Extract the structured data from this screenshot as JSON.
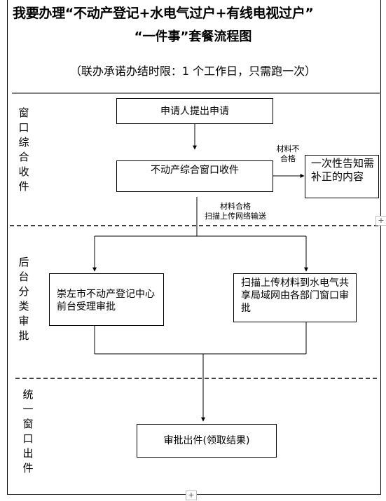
{
  "title": {
    "line1": "我要办理“不动产登记+水电气过户+有线电视过户”",
    "line2": "“一件事”套餐流程图",
    "note": "（联办承诺办结时限：1 个工作日，只需跑一次）"
  },
  "stages": [
    {
      "label": [
        "窗",
        "口",
        "综",
        "合",
        "收",
        "件"
      ]
    },
    {
      "label": [
        "后",
        "台",
        "分",
        "类",
        "审",
        "批"
      ]
    },
    {
      "label": [
        "统",
        "一",
        "窗",
        "口",
        "出",
        "件"
      ]
    }
  ],
  "steps": {
    "apply": "申请人提出申请",
    "intake": "不动产综合窗口收件",
    "notify": "一次性告知需补正的内容",
    "realty": "崇左市不动产登记中心前台受理审批",
    "utilities": "扫描上传材料到水电气共享局域网由各部门窗口审批",
    "issue": "审批出件(领取结果)"
  },
  "annotations": {
    "unqualified": [
      "材料不",
      "合格"
    ],
    "qualified": [
      "材料合格",
      "扫描上传网络输送"
    ]
  },
  "ui": {
    "plus_glyph": "+"
  }
}
